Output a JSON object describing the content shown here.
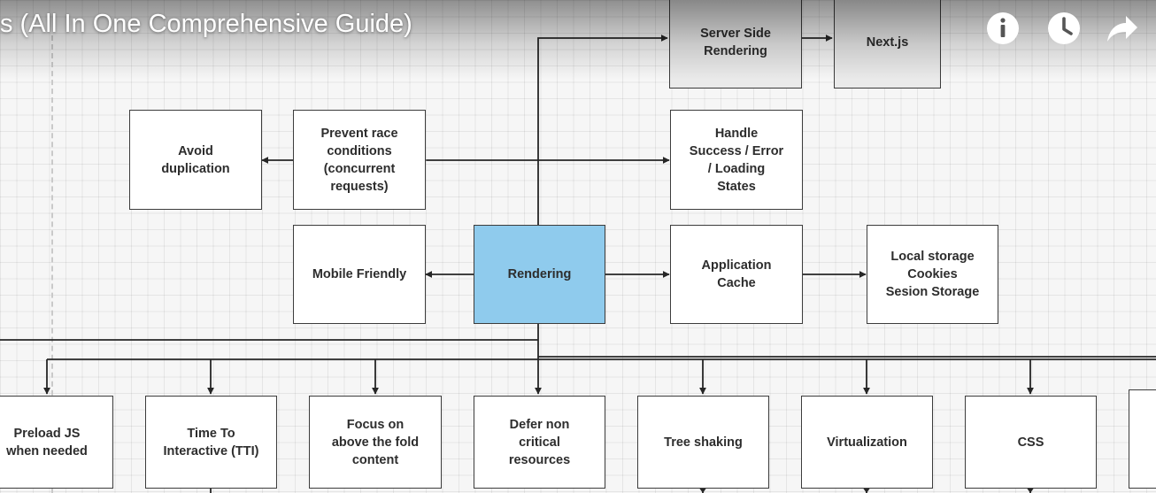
{
  "video": {
    "title": "s (All In One Comprehensive Guide)",
    "controls": [
      {
        "name": "info-icon"
      },
      {
        "name": "watch-later-icon"
      },
      {
        "name": "share-icon"
      }
    ]
  },
  "diagram": {
    "server_side_rendering": "Server Side\nRendering",
    "nextjs": "Next.js",
    "avoid_duplication": "Avoid\nduplication",
    "prevent_race": "Prevent race\nconditions\n(concurrent\nrequests)",
    "handle_states": "Handle\nSuccess / Error\n/ Loading\nStates",
    "mobile_friendly": "Mobile Friendly",
    "rendering": "Rendering",
    "application_cache": "Application\nCache",
    "storage": "Local storage\nCookies\nSesion Storage",
    "preload_js": "Preload JS\nwhen needed",
    "tti": "Time To\nInteractive (TTI)",
    "focus_fold": "Focus on\nabove the fold\ncontent",
    "defer": "Defer non\ncritical\nresources",
    "tree_shaking": "Tree shaking",
    "virtualization": "Virtualization",
    "css": "CSS"
  },
  "colors": {
    "highlight": "#8fcbed",
    "box": "#ffffff",
    "line": "#262626"
  }
}
